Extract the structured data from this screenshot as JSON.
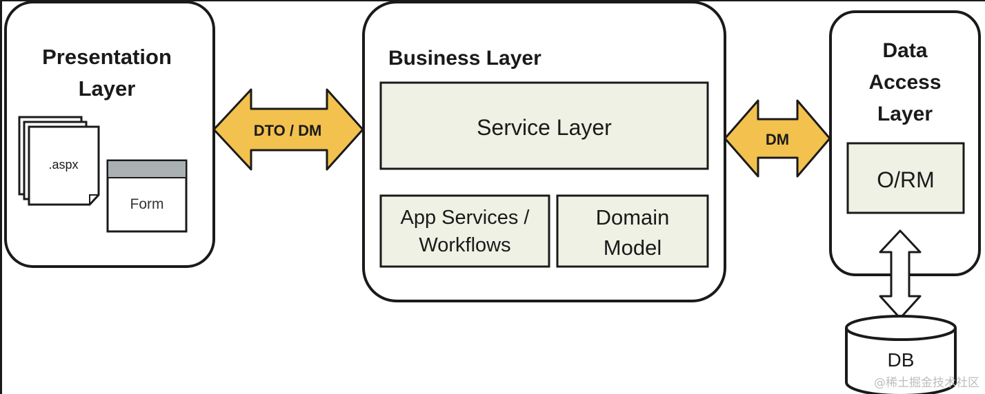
{
  "presentation": {
    "title": "Presentation Layer",
    "page_label": ".aspx",
    "form_label": "Form"
  },
  "business": {
    "title": "Business Layer",
    "service_layer": "Service Layer",
    "app_services_line1": "App Services /",
    "app_services_line2": "Workflows",
    "domain_model_line1": "Domain",
    "domain_model_line2": "Model"
  },
  "data_access": {
    "title_line1": "Data",
    "title_line2": "Access",
    "title_line3": "Layer",
    "orm": "O/RM"
  },
  "arrows": {
    "left_label": "DTO / DM",
    "right_label": "DM"
  },
  "database": {
    "label": "DB"
  },
  "watermark": "@稀土掘金技术社区",
  "colors": {
    "arrow_fill": "#f2c14e",
    "box_fill": "#eef1e3",
    "stroke": "#1a1a1a",
    "form_header": "#a8b0b2"
  }
}
